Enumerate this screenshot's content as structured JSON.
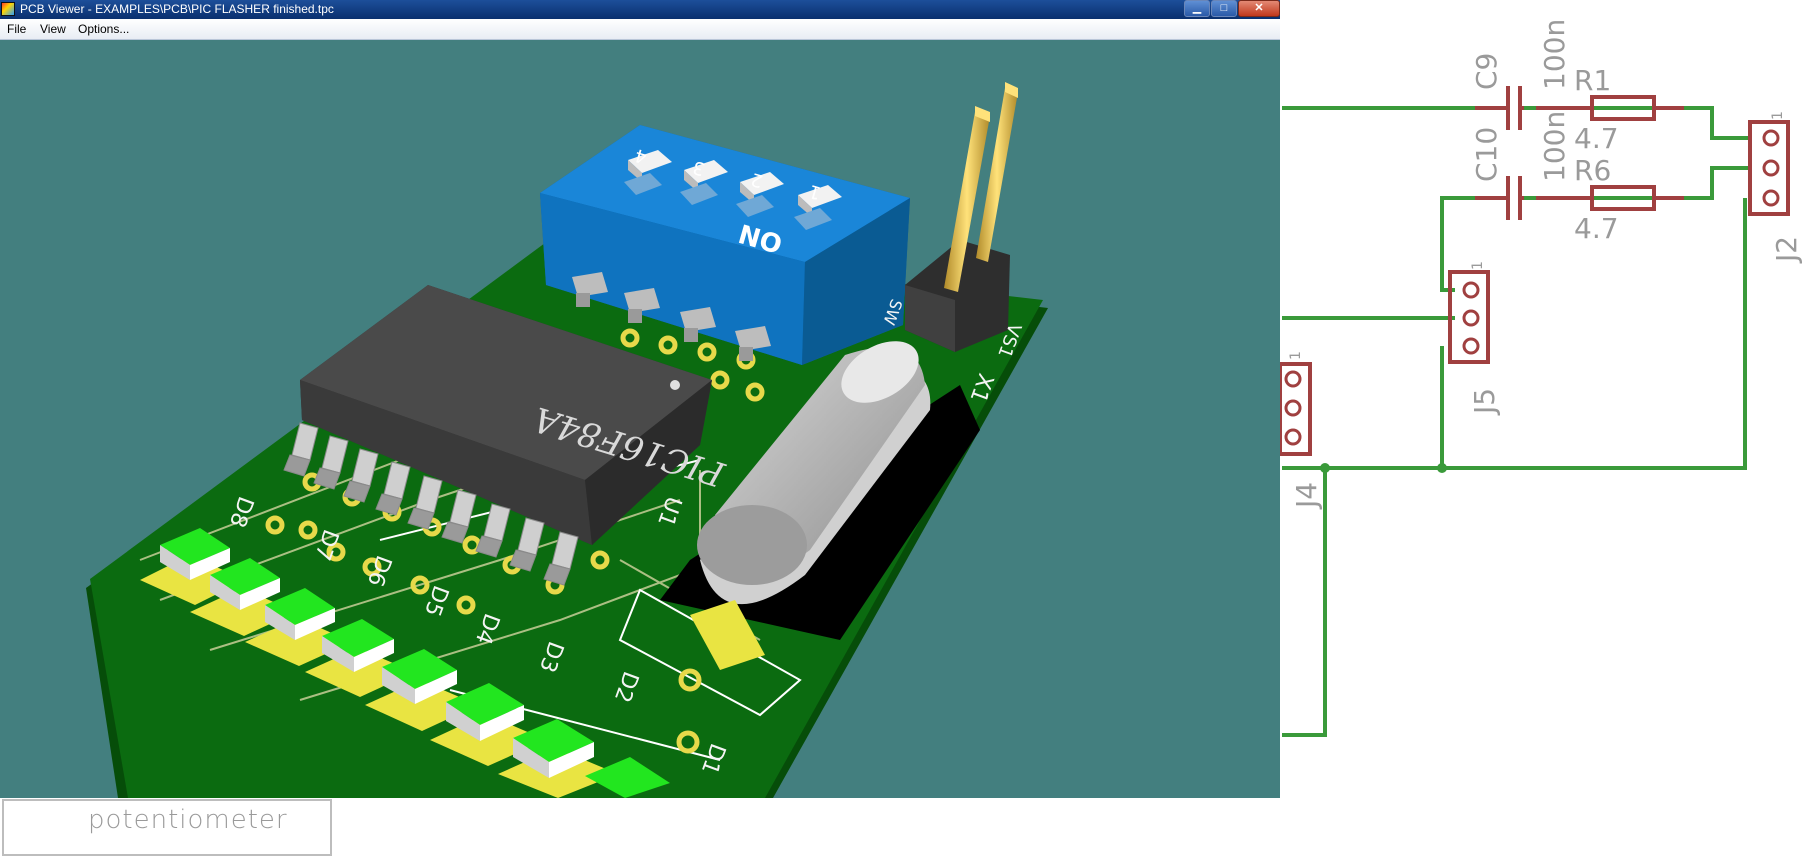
{
  "window": {
    "title": "PCB Viewer - EXAMPLES\\PCB\\PIC FLASHER finished.tpc",
    "buttons": {
      "minimize": "▁",
      "maximize": "□",
      "close": "✕"
    }
  },
  "menu": {
    "file": "File",
    "view": "View",
    "options": "Options..."
  },
  "board": {
    "chip_label": "PIC16F84A",
    "dip_label": "ON",
    "dip_numbers": [
      "4",
      "3",
      "2",
      "1"
    ],
    "silkscreen": [
      "D8",
      "D7",
      "D6",
      "D5",
      "D4",
      "D3",
      "D2",
      "D1",
      "U1",
      "X1",
      "VS1",
      "SW"
    ],
    "colors": {
      "pcb": "#0b6b10",
      "background": "#437f7f",
      "led": "#22e61f",
      "dip": "#1a86d8",
      "chip": "#464646"
    }
  },
  "schematic": {
    "c9": "C9",
    "c9_value": "100n",
    "c10": "C10",
    "c10_value": "100n",
    "r1": "R1",
    "r1_value": "4.7",
    "r6": "R6",
    "r6_value": "4.7",
    "j2": "J2",
    "j5": "J5",
    "j4": "J4",
    "pin_one": "1",
    "colors": {
      "wire": "#3a9a3a",
      "part": "#a04040",
      "text": "#9a9a9a"
    }
  },
  "bottom_label": "potentiometer"
}
